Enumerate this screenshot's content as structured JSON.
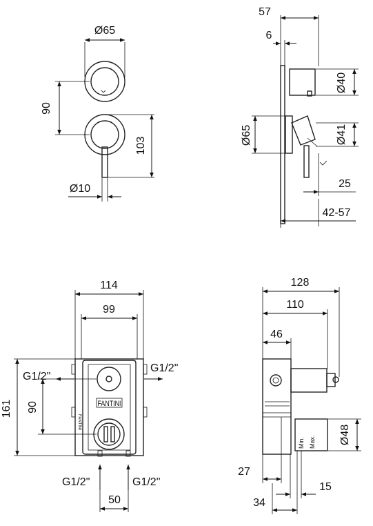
{
  "front_view": {
    "d_plate": "Ø65",
    "d_lever": "Ø10",
    "spacing_v": "90",
    "height": "103"
  },
  "side_view": {
    "depth_total": "57",
    "plate": "6",
    "d_knob": "Ø40",
    "d_plate": "Ø65",
    "d_lever_knob": "Ø41",
    "lever": "25",
    "range": "42-57"
  },
  "box_front": {
    "width_outer": "114",
    "width_inner": "99",
    "height": "161",
    "spacing": "90",
    "spacing_h": "50",
    "brand": "FANTINI",
    "port_left": "G1/2\"",
    "port_right": "G1/2\"",
    "port_bottom_left": "G1/2\"",
    "port_bottom_right": "G1/2\""
  },
  "box_side": {
    "depth_max": "128",
    "depth_mid": "110",
    "depth_body": "46",
    "d_knob": "Ø48",
    "min_label": "Min.",
    "max_label": "Max.",
    "inset_a": "27",
    "inset_b": "15",
    "inset_c": "34"
  }
}
